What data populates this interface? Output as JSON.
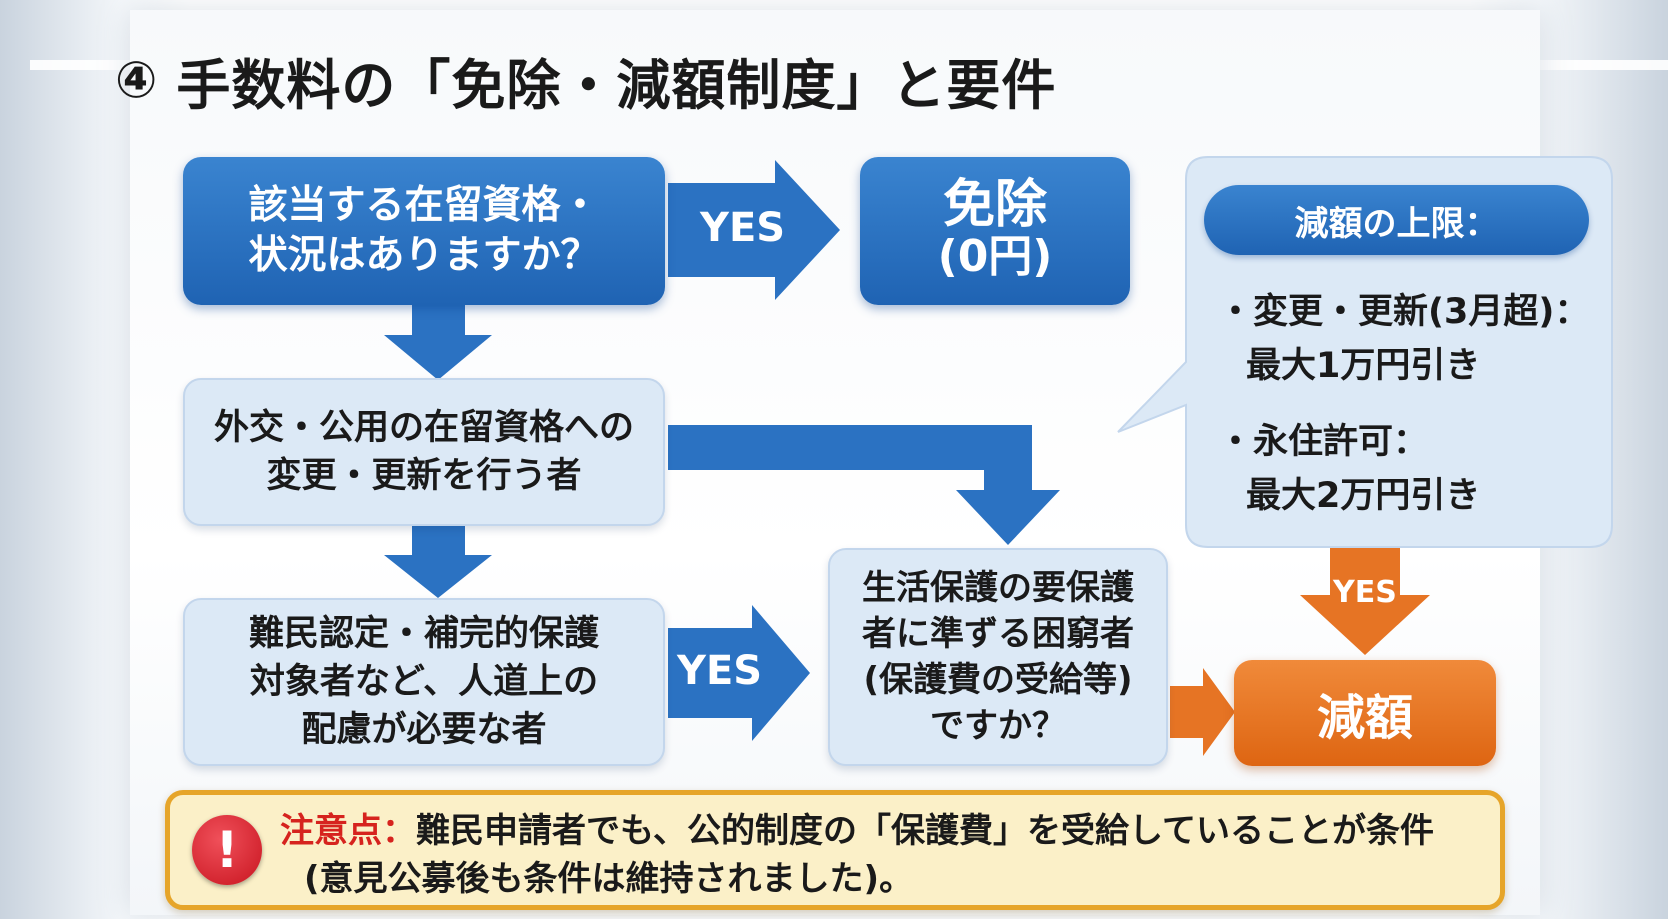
{
  "title": {
    "number": "④",
    "text": "手数料の「免除・減額制度」と要件"
  },
  "nodes": {
    "q1": {
      "lines": [
        "該当する在留資格・",
        "状況はありますか？"
      ]
    },
    "exempt": {
      "lines": [
        "免除",
        "(0円)"
      ]
    },
    "diplomatic": {
      "lines": [
        "外交・公用の在留資格への",
        "変更・更新を行う者"
      ]
    },
    "refugee": {
      "lines": [
        "難民認定・補完的保護",
        "対象者など、人道上の",
        "配慮が必要な者"
      ]
    },
    "welfare": {
      "lines": [
        "生活保護の要保護",
        "者に準ずる困窮者",
        "(保護費の受給等)",
        "ですか？"
      ]
    },
    "reduce": {
      "label": "減額"
    }
  },
  "edges": {
    "q1_to_exempt": "YES",
    "refugee_to_welfare": "YES",
    "callout_to_reduce": "YES"
  },
  "callout": {
    "title": "減額の上限：",
    "items": [
      {
        "bullet": "・変更・更新(3月超)：",
        "detail": "最大1万円引き"
      },
      {
        "bullet": "・永住許可：",
        "detail": "最大2万円引き"
      }
    ]
  },
  "note": {
    "icon": "exclamation-icon",
    "label": "注意点：",
    "line1": "難民申請者でも、公的制度の「保護費」を受給していることが条件",
    "line2": "(意見公募後も条件は維持されました)。"
  },
  "colors": {
    "primary_blue": "#1f63b3",
    "light_blue": "#dce9f6",
    "orange": "#e66f1c",
    "note_bg": "#fbf0c8",
    "note_border": "#e6a52a",
    "alert_red": "#d6231e"
  }
}
